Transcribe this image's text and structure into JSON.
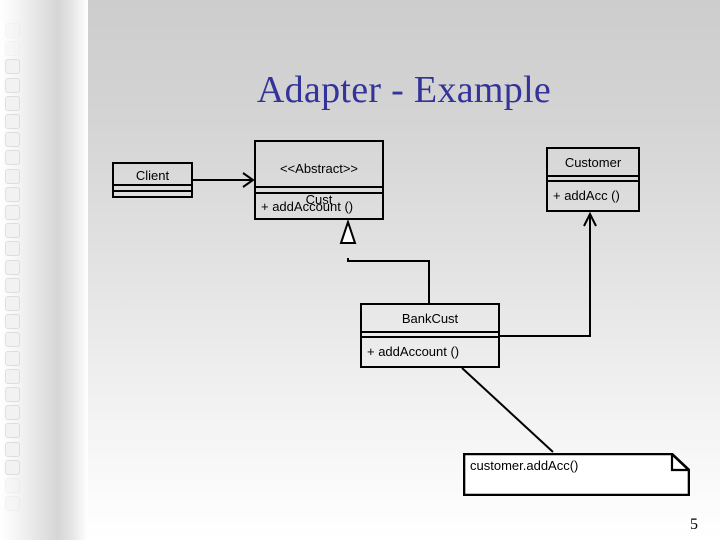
{
  "slide": {
    "title": "Adapter - Example",
    "title_color": "#333399",
    "page_number": "5",
    "background_top_color": "#cdcdcd",
    "background_bottom_color": "#ffffff"
  },
  "diagram": {
    "type": "uml-class-diagram",
    "classes": [
      {
        "id": "client",
        "name": "Client",
        "stereotype": "",
        "operations": []
      },
      {
        "id": "cust",
        "stereotype": "<<Abstract>>",
        "name": "Cust",
        "operations": [
          "+ addAccount ()"
        ]
      },
      {
        "id": "customer",
        "stereotype": "",
        "name": "Customer",
        "operations": [
          "+ addAcc ()"
        ]
      },
      {
        "id": "bankcust",
        "stereotype": "",
        "name": "BankCust",
        "operations": [
          "+ addAccount ()"
        ]
      }
    ],
    "note": {
      "text": "customer.addAcc()"
    },
    "connectors": [
      {
        "from": "client",
        "to": "cust",
        "kind": "association-open-arrow"
      },
      {
        "from": "bankcust",
        "to": "cust",
        "kind": "generalization-hollow-triangle"
      },
      {
        "from": "bankcust",
        "to": "customer",
        "kind": "association-open-arrow"
      },
      {
        "from": "bankcust",
        "to": "note",
        "kind": "note-anchor-line"
      }
    ]
  }
}
